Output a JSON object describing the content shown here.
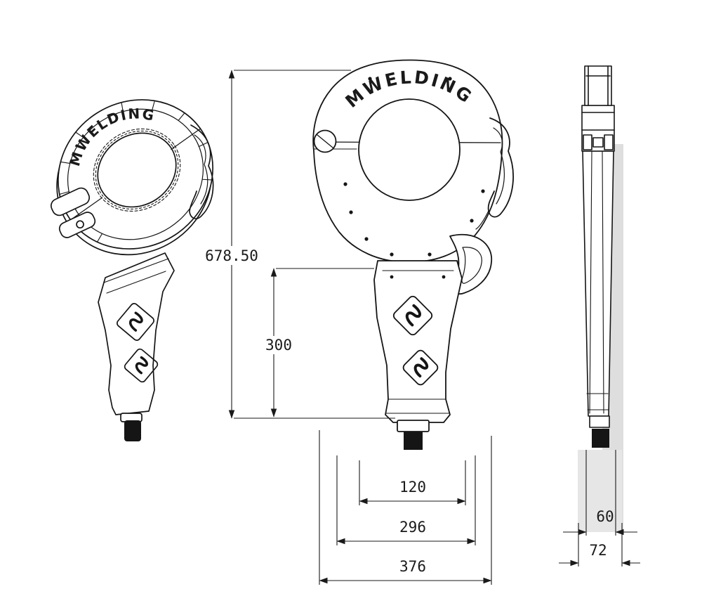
{
  "drawing": {
    "brand": "MWELDING",
    "dims": {
      "overall_height": "678.50",
      "grip_height": "300",
      "connector_width": "120",
      "body_width": "296",
      "overall_width": "376",
      "side_body_width": "60",
      "side_overall_width": "72"
    }
  }
}
